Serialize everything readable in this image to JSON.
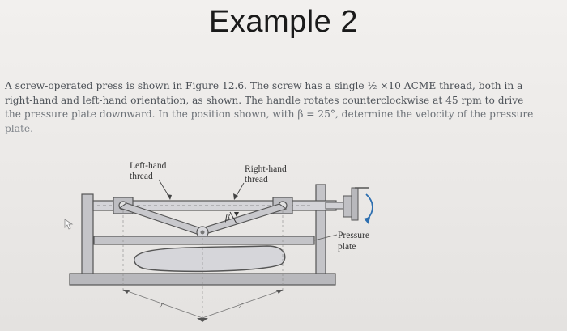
{
  "slide": {
    "title": "Example 2",
    "paragraph_lines": [
      "A screw-operated press is shown in Figure 12.6. The screw has a single ½ ×10 ACME thread, both in a",
      "right-hand and left-hand orientation, as shown. The handle rotates counterclockwise at 45 rpm to drive",
      "the pressure plate downward. In the position shown, with β = 25°, determine the velocity of the pressure",
      "plate."
    ]
  },
  "figure": {
    "label_left_hand_1": "Left-hand",
    "label_left_hand_2": "thread",
    "label_right_hand_1": "Right-hand",
    "label_right_hand_2": "thread",
    "label_pressure_1": "Pressure",
    "label_pressure_2": "plate",
    "angle_label": "β",
    "dim_left": "2'",
    "dim_right": "2'"
  }
}
